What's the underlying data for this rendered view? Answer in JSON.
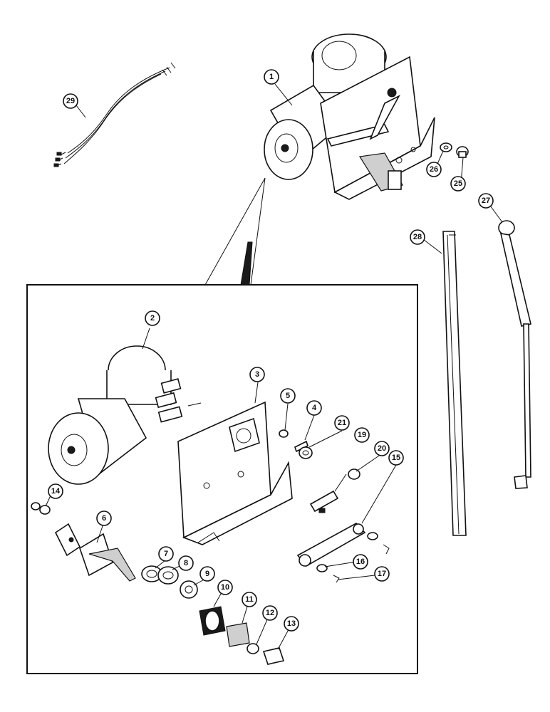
{
  "diagram": {
    "type": "exploded parts diagram",
    "subject": "windshield wiper motor assembly",
    "callouts": [
      "1",
      "2",
      "3",
      "4",
      "5",
      "6",
      "7",
      "8",
      "9",
      "10",
      "11",
      "12",
      "13",
      "14",
      "15",
      "16",
      "17",
      "19",
      "20",
      "21",
      "25",
      "26",
      "27",
      "28",
      "29"
    ]
  }
}
